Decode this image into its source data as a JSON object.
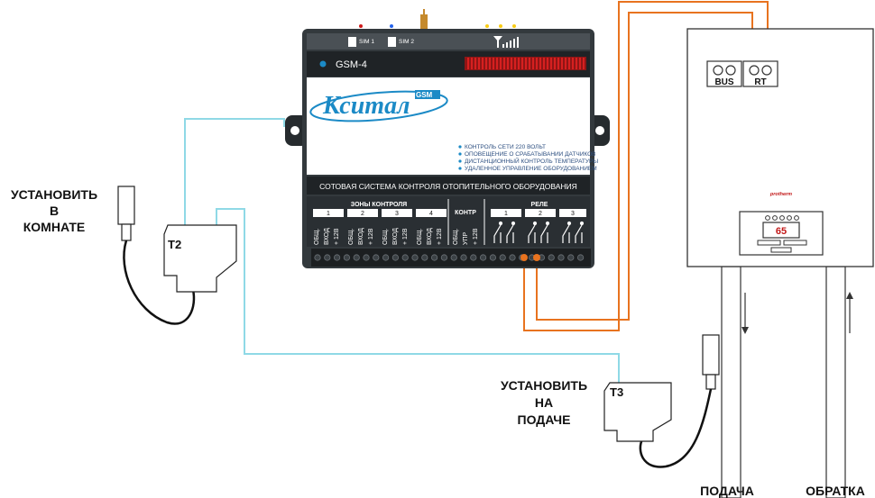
{
  "labels": {
    "room_l1": "УСТАНОВИТЬ",
    "room_l2": "В",
    "room_l3": "КОМНАТЕ",
    "supply_l1": "УСТАНОВИТЬ",
    "supply_l2": "НА",
    "supply_l3": "ПОДАЧЕ",
    "supply_pipe": "ПОДАЧА",
    "return_pipe": "ОБРАТКА"
  },
  "sensors": {
    "t2": "T2",
    "t3": "T3"
  },
  "device": {
    "model": "GSM-4",
    "brand": "Кситал",
    "brand_badge": "GSM",
    "sim1": "SIM 1",
    "sim2": "SIM 2",
    "features": [
      "КОНТРОЛЬ СЕТИ 220 ВОЛЬТ",
      "ОПОВЕЩЕНИЕ О СРАБАТЫВАНИИ ДАТЧИКОВ",
      "ДИСТАНЦИОННЫЙ КОНТРОЛЬ ТЕМПЕРАТУРЫ",
      "УДАЛЕННОЕ УПРАВЛЕНИЕ ОБОРУДОВАНИЕМ"
    ],
    "tagline": "СОТОВАЯ СИСТЕМА КОНТРОЛЯ ОТОПИТЕЛЬНОГО ОБОРУДОВАНИЯ",
    "zones_title": "ЗОНЫ КОНТРОЛЯ",
    "zone_numbers": [
      "1",
      "2",
      "3",
      "4"
    ],
    "zone_terminals": [
      "ОБЩ.",
      "ВХОД",
      "+ 12В"
    ],
    "kontr_title": "КОНТР",
    "kontr_terminals": [
      "ОБЩ.",
      "УПР",
      "+ 12В"
    ],
    "relay_title": "РЕЛЕ",
    "relay_numbers": [
      "1",
      "2",
      "3"
    ]
  },
  "boiler": {
    "bus": "BUS",
    "rt": "RT",
    "brand": "protherm",
    "display_value": "65"
  },
  "colors": {
    "device_body": "#33393d",
    "device_dark": "#1f2326",
    "brand_blue": "#1b8ac6",
    "cyan_wire": "#8fd9e6",
    "orange_wire": "#e8731f",
    "led_red": "#cf1a1a"
  }
}
